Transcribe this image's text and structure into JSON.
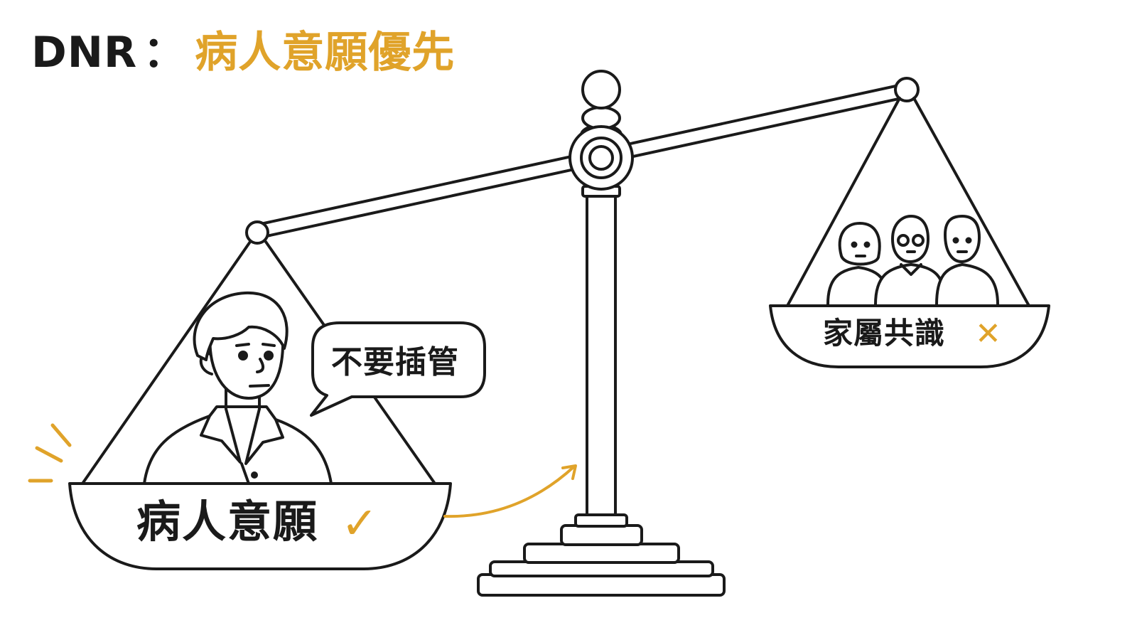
{
  "title": {
    "prefix": "DNR",
    "separator": "：",
    "main": "病人意願優先"
  },
  "scale": {
    "left_pan_label": "病人意願",
    "left_pan_mark": "✓",
    "right_pan_label": "家屬共識",
    "right_pan_mark": "✕",
    "speech_bubble": "不要插管",
    "tilt": "left-heavier"
  },
  "colors": {
    "accent": "#e0a32a",
    "ink": "#1a1a1a",
    "background": "#ffffff"
  },
  "icons": [
    "balance-scale-icon",
    "patient-icon",
    "family-group-icon",
    "speech-bubble-icon",
    "check-icon",
    "cross-icon",
    "arrow-icon"
  ]
}
